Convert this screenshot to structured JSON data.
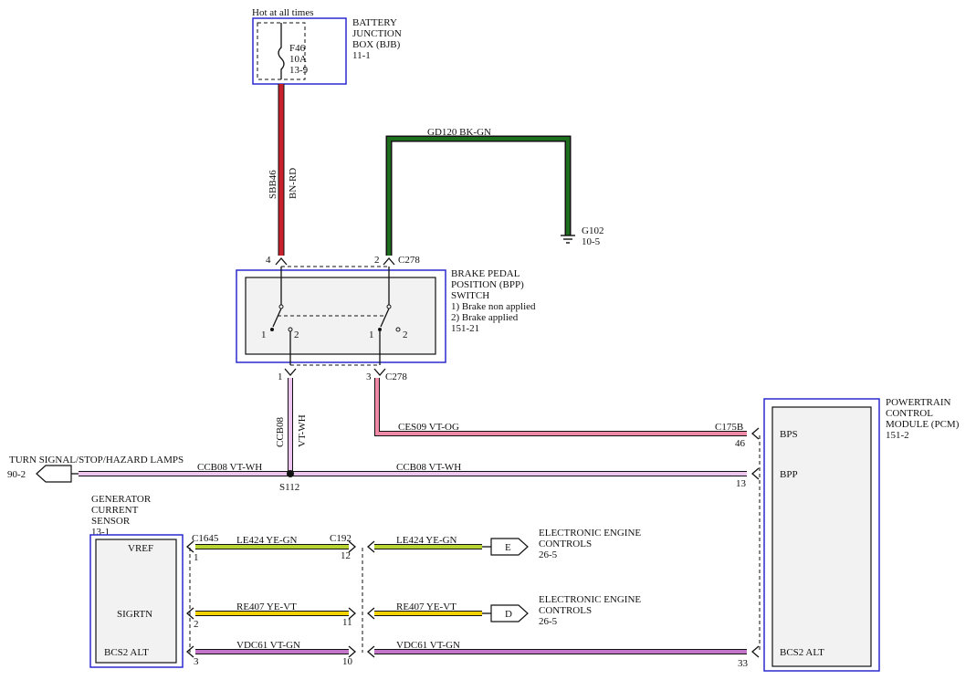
{
  "bjb": {
    "hot": "Hot at all times",
    "title1": "BATTERY",
    "title2": "JUNCTION",
    "title3": "BOX (BJB)",
    "ref": "11-1",
    "fuse_id": "F46",
    "fuse_rating": "10A",
    "fuse_ref": "13-9"
  },
  "wires": {
    "sbb46": {
      "circuit": "SBB46",
      "color": "BN-RD"
    },
    "gd120": {
      "label": "GD120   BK-GN"
    },
    "ces09": {
      "label": "CES09   VT-OG"
    },
    "ccb08_vertical": {
      "circuit": "CCB08",
      "color": "VT-WH"
    },
    "ccb08_left": {
      "label": "CCB08   VT-WH"
    },
    "ccb08_right": {
      "label": "CCB08   VT-WH"
    },
    "le424_left": {
      "label": "LE424     YE-GN"
    },
    "le424_right": {
      "label": "LE424     YE-GN"
    },
    "re407_left": {
      "label": "RE407     YE-VT"
    },
    "re407_right": {
      "label": "RE407     YE-VT"
    },
    "vdc61_left": {
      "label": "VDC61     VT-GN"
    },
    "vdc61_right": {
      "label": "VDC61     VT-GN"
    }
  },
  "ground": {
    "id": "G102",
    "ref": "10-5"
  },
  "connectors": {
    "c278_top": "C278",
    "c278_bottom": "C278",
    "c175b": "C175B",
    "c1645": "C1645",
    "c192": "C192",
    "splice": "S112"
  },
  "pins": {
    "bpp_top_left": "4",
    "bpp_top_right": "2",
    "bpp_bottom_left": "1",
    "bpp_bottom_right": "3",
    "pcm_bps": "46",
    "pcm_bpp": "13",
    "pcm_bcs2": "33",
    "gen_vref": "1",
    "gen_sigrtn": "2",
    "gen_bcs2": "3",
    "c192_vref": "12",
    "c192_sigrtn": "11",
    "c192_bcs2": "10"
  },
  "bpp": {
    "title1": "BRAKE PEDAL",
    "title2": "POSITION (BPP)",
    "title3": "SWITCH",
    "note1": "1) Brake non applied",
    "note2": "2) Brake applied",
    "ref": "151-21",
    "sw_pos_1a": "1",
    "sw_pos_2a": "2",
    "sw_pos_1b": "1",
    "sw_pos_2b": "2"
  },
  "pcm": {
    "title1": "POWERTRAIN",
    "title2": "CONTROL",
    "title3": "MODULE (PCM)",
    "ref": "151-2",
    "pin_bps": "BPS",
    "pin_bpp": "BPP",
    "pin_bcs2": "BCS2 ALT"
  },
  "turn": {
    "label": "TURN SIGNAL/STOP/HAZARD LAMPS",
    "ref": "90-2"
  },
  "gen": {
    "title1": "GENERATOR",
    "title2": "CURRENT",
    "title3": "SENSOR",
    "ref": "13-1",
    "pin_vref": "VREF",
    "pin_sigrtn": "SIGRTN",
    "pin_bcs2": "BCS2 ALT"
  },
  "eec": {
    "title1": "ELECTRONIC ENGINE",
    "title2": "CONTROLS",
    "ref1": "26-5",
    "ref2": "26-5",
    "flag_e": "E",
    "flag_d": "D"
  },
  "colors": {
    "brn_red": "#c8202a",
    "blk_green": "#1d6e1d",
    "violet": "#d06ad6",
    "violet_white": "#eec4f0",
    "violet_orange": "#f08aa6",
    "yellow": "#f4d200",
    "yellow_green": "#b8d430",
    "violet_green": "#c275c9",
    "box_blue": "#2a2ad0"
  }
}
